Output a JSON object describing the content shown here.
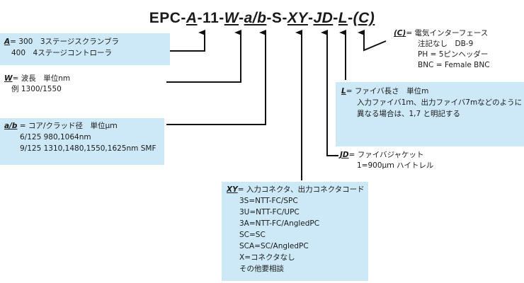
{
  "code": {
    "p0": "EPC-",
    "p1": "A",
    "p2": "-11-",
    "p3": "W",
    "p4": "-",
    "p5": "a/b",
    "p6": "-S-",
    "p7": "XY",
    "p8": "-",
    "p9": "JD",
    "p10": "-",
    "p11": "L",
    "p12": "-",
    "p13": "(C)"
  },
  "a": {
    "key": "A",
    "l1": "= 300　3ステージスクランブラ",
    "l2": "400　4ステージコントローラ"
  },
  "w": {
    "key": "W",
    "l1": "= 波長　単位nm",
    "l2": "例 1300/1550"
  },
  "ab": {
    "key": "a/b",
    "l1": " = コア/クラッド径　単位μｍ",
    "l2": "6/125 980,1064nm",
    "l3": "9/125  1310,1480,1550,1625nm SMF"
  },
  "xy": {
    "key": "XY",
    "l1": "= 入力コネクタ、出力コネクタコード",
    "items": [
      "3S=NTT-FC/SPC",
      "3U=NTT-FC/UPC",
      "3A=NTT-FC/AngledPC",
      "SC=SC",
      "SCA=SC/AngledPC",
      "X=コネクタなし",
      "その他要相談"
    ]
  },
  "jd": {
    "key": "JD",
    "l1": "= ファイバジャケット",
    "l2": "1=900μｍ ハイトレル"
  },
  "l": {
    "key": "L",
    "l1": "= ファイバ長さ　単位m",
    "l2": "入力ファイバ1ｍ、出力ファイバ7mなどのように",
    "l3": "異なる場合は、1,7 と明記する"
  },
  "c": {
    "key": "(C)",
    "l1": "= 電気インターフェース",
    "l2": "注記なし　DB-9",
    "l3": "PH = 5ピンヘッダー",
    "l4": "BNC = Female  BNC"
  }
}
